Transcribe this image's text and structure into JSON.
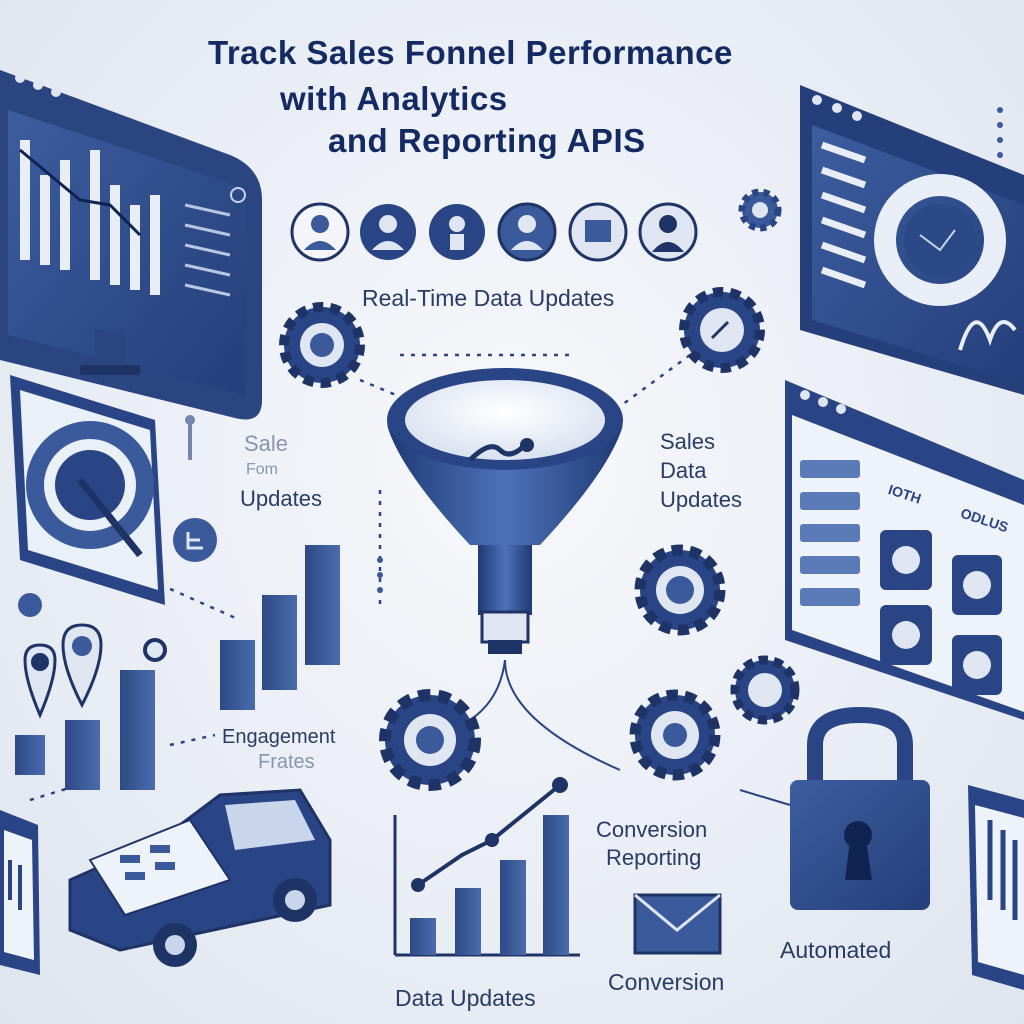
{
  "title": {
    "line1": "Track Sales Fonnel Performance",
    "line2": "with  Analytics",
    "line3": "and Reporting APIS"
  },
  "labels": {
    "realtime": "Real-Time Data Updates",
    "sales_left_1": "Sale",
    "sales_left_2": "Fom",
    "sales_left_3": "Updates",
    "sales_right_1": "Sales",
    "sales_right_2": "Data",
    "sales_right_3": "Updates",
    "engagement_1": "Engagement",
    "engagement_2": "Frates",
    "conversion_reporting_1": "Conversion",
    "conversion_reporting_2": "Reporting",
    "automated": "Automated",
    "conversion": "Conversion",
    "data_updates": "Data Updates",
    "panel_header_1": "IOTH",
    "panel_header_2": "ODLUS"
  },
  "colors": {
    "navy": "#1f3466",
    "blue": "#3a5a9c",
    "mid": "#5b7bb8",
    "light": "#c9d5ea",
    "bg": "#eef1f6"
  },
  "icons": [
    "monitor-icon",
    "person-icon",
    "gear-icon",
    "funnel-icon",
    "bar-chart-icon",
    "map-pin-icon",
    "truck-icon",
    "envelope-icon",
    "padlock-icon",
    "gauge-icon",
    "dashboard-panel-icon"
  ]
}
